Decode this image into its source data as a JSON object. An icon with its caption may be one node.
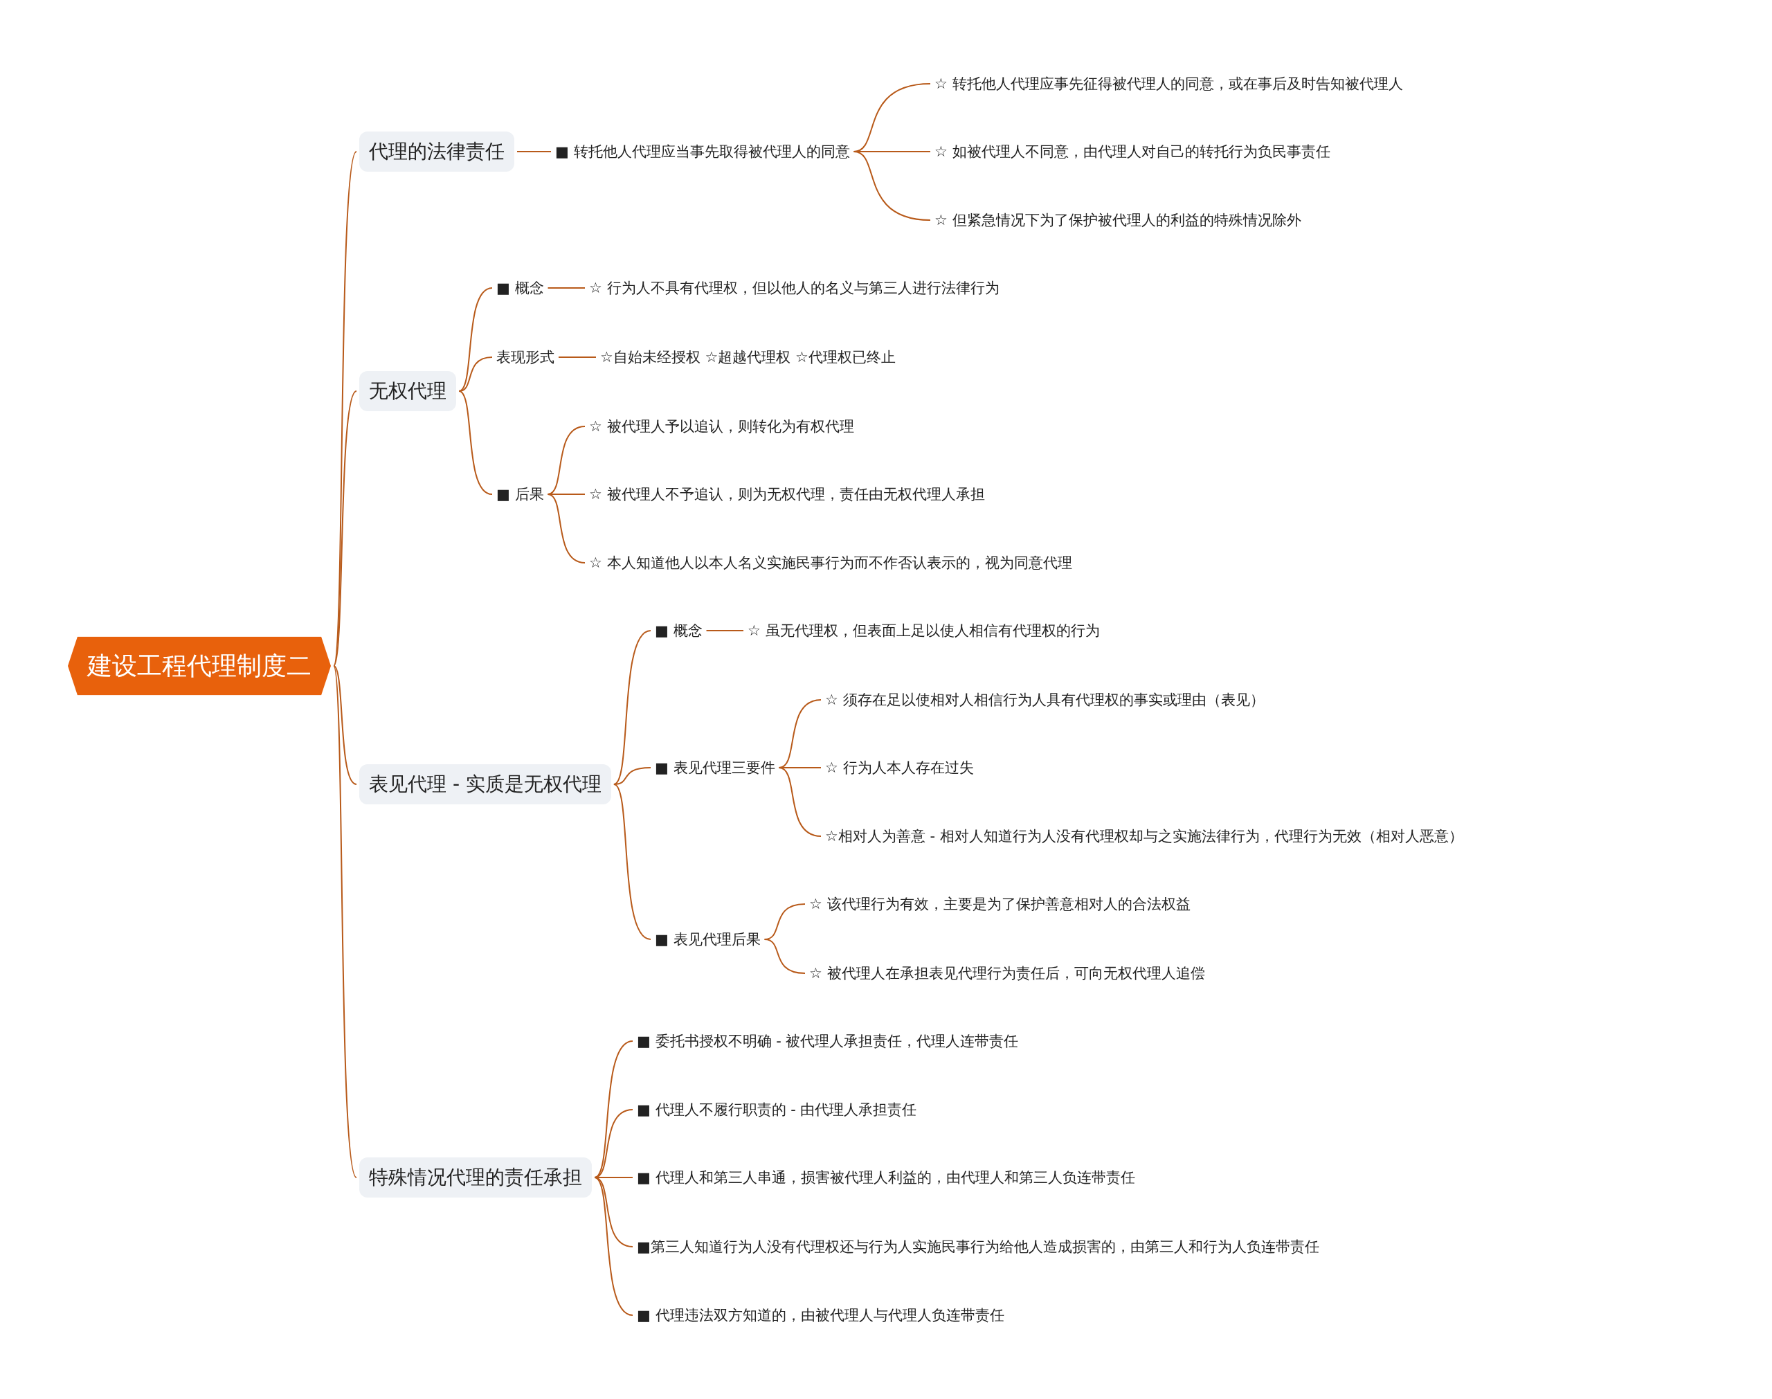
{
  "diagram": {
    "nodes": [
      {
        "text": [
          "建设工程代理制度二"
        ]
      },
      {
        "text": [
          "代理的法律责任"
        ]
      },
      {
        "text": [
          "■  转托他人代理应当事先取得被代理人的同意"
        ]
      },
      {
        "text": [
          "☆ 转托他人代理应事先征得被代理人的同意，或在事后及时告知被代理人"
        ]
      },
      {
        "text": [
          "☆ 如被代理人不同意，由代理人对自己的转托行为负民事责任"
        ]
      },
      {
        "text": [
          "☆ 但紧急情况下为了保护被代理人的利益的特殊情况除外"
        ]
      },
      {
        "text": [
          "无权代理"
        ]
      },
      {
        "text": [
          "■  概念"
        ]
      },
      {
        "text": [
          "☆ 行为人不具有代理权，但以他人的名义与第三人进行法律行为"
        ]
      },
      {
        "text": [
          "表现形式"
        ]
      },
      {
        "text": [
          "☆自始未经授权 ☆超越代理权 ☆代理权已终止"
        ]
      },
      {
        "text": [
          "■  后果"
        ]
      },
      {
        "text": [
          "☆ 被代理人予以追认，则转化为有权代理"
        ]
      },
      {
        "text": [
          "☆ 被代理人不予追认，则为无权代理，责任由无权代理人承担"
        ]
      },
      {
        "text": [
          "☆ 本人知道他人以本人名义实施民事行为而不作否认表示的，视为同意代理"
        ]
      },
      {
        "text": [
          "表见代理 - 实质是无权代理"
        ]
      },
      {
        "text": [
          "■  概念"
        ]
      },
      {
        "text": [
          "☆ 虽无代理权，但表面上足以使人相信有代理权的行为"
        ]
      },
      {
        "text": [
          "■  表见代理三要件"
        ]
      },
      {
        "text": [
          "☆ 须存在足以使相对人相信行为人具有代理权的事实或理由（表见）"
        ]
      },
      {
        "text": [
          "☆ 行为人本人存在过失"
        ]
      },
      {
        "text": [
          "☆相对人为善意 - 相对人知道行为人没有代理权却与之实施法律行为，代理行为无效（相对人恶意）"
        ]
      },
      {
        "text": [
          "■  表见代理后果"
        ]
      },
      {
        "text": [
          "☆ 该代理行为有效，主要是为了保护善意相对人的合法权益"
        ]
      },
      {
        "text": [
          "☆ 被代理人在承担表见代理行为责任后，可向无权代理人追偿"
        ]
      },
      {
        "text": [
          "特殊情况代理的责任承担"
        ]
      },
      {
        "text": [
          "■  委托书授权不明确 - 被代理人承担责任，代理人连带责任"
        ]
      },
      {
        "text": [
          "■  代理人不履行职责的 - 由代理人承担责任"
        ]
      },
      {
        "text": [
          "■  代理人和第三人串通，损害被代理人利益的，由代理人和第三人负连带责任"
        ]
      },
      {
        "text": [
          "■第三人知道行为人没有代理权还与行为人实施民事行为给他人造成损害的，由第三人和行为人负连带责任"
        ]
      },
      {
        "text": [
          "■  代理违法双方知道的，由被代理人与代理人负连带责任"
        ]
      }
    ],
    "edges": [
      {
        "from": 0,
        "to": 1,
        "arrow": "none"
      },
      {
        "from": 1,
        "to": 2,
        "arrow": "none"
      },
      {
        "from": 2,
        "to": 3,
        "arrow": "none"
      },
      {
        "from": 2,
        "to": 4,
        "arrow": "none"
      },
      {
        "from": 2,
        "to": 5,
        "arrow": "none"
      },
      {
        "from": 0,
        "to": 6,
        "arrow": "none"
      },
      {
        "from": 6,
        "to": 7,
        "arrow": "none"
      },
      {
        "from": 7,
        "to": 8,
        "arrow": "none"
      },
      {
        "from": 6,
        "to": 9,
        "arrow": "none"
      },
      {
        "from": 9,
        "to": 10,
        "arrow": "none"
      },
      {
        "from": 6,
        "to": 11,
        "arrow": "none"
      },
      {
        "from": 11,
        "to": 12,
        "arrow": "none"
      },
      {
        "from": 11,
        "to": 13,
        "arrow": "none"
      },
      {
        "from": 11,
        "to": 14,
        "arrow": "none"
      },
      {
        "from": 0,
        "to": 15,
        "arrow": "none"
      },
      {
        "from": 15,
        "to": 16,
        "arrow": "none"
      },
      {
        "from": 16,
        "to": 17,
        "arrow": "none"
      },
      {
        "from": 15,
        "to": 18,
        "arrow": "none"
      },
      {
        "from": 18,
        "to": 19,
        "arrow": "none"
      },
      {
        "from": 18,
        "to": 20,
        "arrow": "none"
      },
      {
        "from": 18,
        "to": 21,
        "arrow": "none"
      },
      {
        "from": 15,
        "to": 22,
        "arrow": "none"
      },
      {
        "from": 22,
        "to": 23,
        "arrow": "none"
      },
      {
        "from": 22,
        "to": 24,
        "arrow": "none"
      },
      {
        "from": 0,
        "to": 25,
        "arrow": "none"
      },
      {
        "from": 25,
        "to": 26,
        "arrow": "none"
      },
      {
        "from": 25,
        "to": 27,
        "arrow": "none"
      },
      {
        "from": 25,
        "to": 28,
        "arrow": "none"
      },
      {
        "from": 25,
        "to": 29,
        "arrow": "none"
      },
      {
        "from": 25,
        "to": 30,
        "arrow": "none"
      }
    ]
  }
}
